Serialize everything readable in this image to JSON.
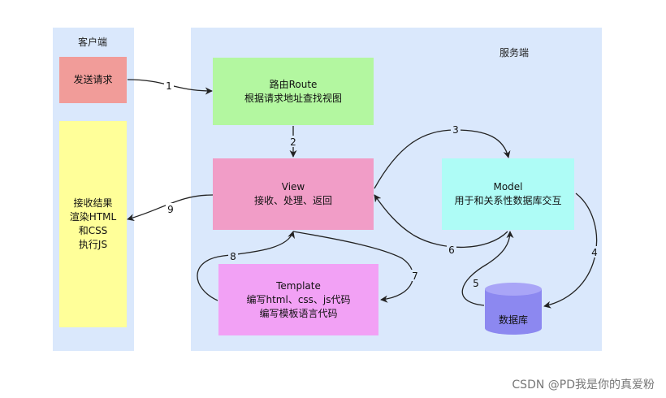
{
  "client": {
    "title": "客户端",
    "send_request": "发送请求",
    "render_lines": [
      "接收结果",
      "渲染HTML",
      "和CSS",
      "执行JS"
    ]
  },
  "server": {
    "title": "服务端",
    "route": {
      "title": "路由Route",
      "desc": "根据请求地址查找视图"
    },
    "view": {
      "title": "View",
      "desc": "接收、处理、返回"
    },
    "model": {
      "title": "Model",
      "desc": "用于和关系性数据库交互"
    },
    "template": {
      "title": "Template",
      "desc1": "编写html、css、js代码",
      "desc2": "编写模板语言代码"
    },
    "database": "数据库"
  },
  "steps": [
    "1",
    "2",
    "3",
    "4",
    "5",
    "6",
    "7",
    "8",
    "9"
  ],
  "watermark": "CSDN @PD我是你的真爱粉",
  "colors": {
    "panel": "#dae8fc",
    "send_request": "#f19c99",
    "route": "#b3f7a0",
    "view": "#f19dc7",
    "model": "#aefcf6",
    "template": "#f2a1f5",
    "client_result": "#ffff99",
    "database": "#8c88f0"
  }
}
